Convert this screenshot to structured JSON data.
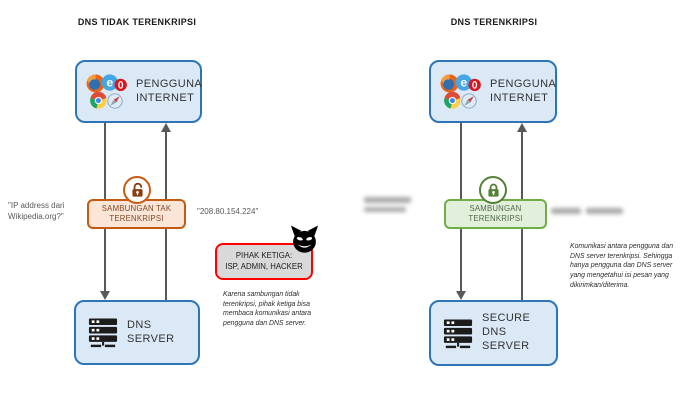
{
  "left": {
    "title": "DNS TIDAK TERENKRIPSI",
    "user_box": {
      "label_1": "PENGGUNA",
      "label_2": "INTERNET"
    },
    "connection_box": {
      "label_1": "SAMBUNGAN TAK",
      "label_2": "TERENKRIPSI"
    },
    "query_line_1": "\"IP address dari",
    "query_line_2": "Wikipedia.org?\"",
    "response_text": "\"208.80.154.224\"",
    "third_party_box": {
      "label_1": "PIHAK KETIGA:",
      "label_2": "ISP, ADMIN, HACKER"
    },
    "caption": "Karena sambungan tidak terenkripsi, pihak ketiga bisa membaca komunikasi antara pengguna dan DNS server.",
    "server_box": {
      "label_1": "DNS SERVER"
    }
  },
  "right": {
    "title": "DNS TERENKRIPSI",
    "user_box": {
      "label_1": "PENGGUNA",
      "label_2": "INTERNET"
    },
    "connection_box": {
      "label_1": "SAMBUNGAN",
      "label_2": "TERENKRIPSI"
    },
    "caption": "Komunikasi antara pengguna dan DNS server terenkripsi. Sehingga hanya pengguna dan DNS server yang mengetahui isi pesan yang dikirimkan/diterima.",
    "server_box": {
      "label_1": "SECURE",
      "label_2": "DNS SERVER"
    }
  },
  "icons": {
    "browser_cluster": "browser-logos (firefox, ie, opera, chrome, safari)",
    "open_lock": "unencrypted connection",
    "closed_lock": "encrypted connection",
    "devil": "malicious third party",
    "server_rack": "dns server"
  },
  "colors": {
    "node_border": "#2e75b6",
    "node_fill": "#dbe9f7",
    "unencrypted_border": "#c55a11",
    "unencrypted_fill": "#fbe5d6",
    "unencrypted_lock": "#8a3c10",
    "encrypted_border": "#70ad47",
    "encrypted_fill": "#e2efda",
    "encrypted_lock": "#538135",
    "third_party_border": "#ff0000",
    "third_party_fill": "#d9d9d9",
    "arrow": "#595959"
  }
}
